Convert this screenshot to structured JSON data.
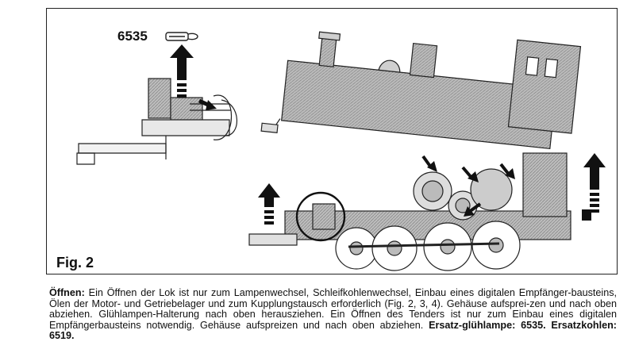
{
  "figure": {
    "label": "Fig. 2",
    "part_number": "6535",
    "icons": [
      "bulb-icon",
      "arrow-up-icon",
      "arrow-icon"
    ]
  },
  "caption": {
    "heading": "Öffnen:",
    "body": " Ein Öffnen der Lok ist nur zum Lampenwechsel, Schleifkohlenwechsel, Einbau eines digitalen Empfänger-bausteins, Ölen der Motor- und Getriebelager und zum Kupplungstausch erforderlich (Fig. 2, 3, 4). Gehäuse aufsprei-zen und nach oben abziehen. Glühlampen-Halterung nach oben herausziehen. Ein Öffnen des Tenders ist nur zum Einbau eines digitalen Empfängerbausteins notwendig. Gehäuse aufspreizen und nach oben abziehen. ",
    "spare_bulb": "Ersatz-glühlampe: 6535.",
    "spare_carbons": " Ersatzkohlen: 6519."
  }
}
